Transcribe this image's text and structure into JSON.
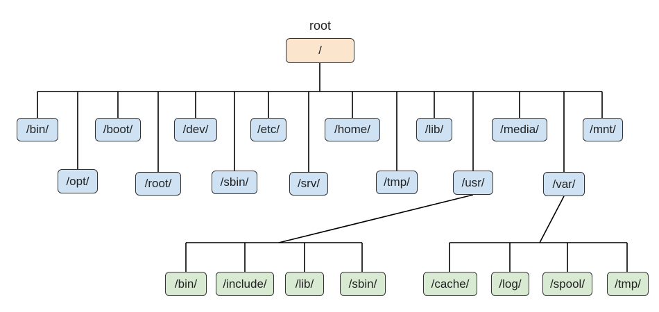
{
  "root": {
    "caption": "root",
    "label": "/",
    "color": "#fce5cd"
  },
  "level1": {
    "color": "#cfe2f3",
    "items": [
      "/bin/",
      "/opt/",
      "/boot/",
      "/root/",
      "/dev/",
      "/sbin/",
      "/etc/",
      "/srv/",
      "/home/",
      "/tmp/",
      "/lib/",
      "/usr/",
      "/media/",
      "/var/",
      "/mnt/"
    ]
  },
  "usr_children": {
    "color": "#d9ead3",
    "items": [
      "/bin/",
      "/include/",
      "/lib/",
      "/sbin/"
    ]
  },
  "var_children": {
    "color": "#d9ead3",
    "items": [
      "/cache/",
      "/log/",
      "/spool/",
      "/tmp/"
    ]
  }
}
